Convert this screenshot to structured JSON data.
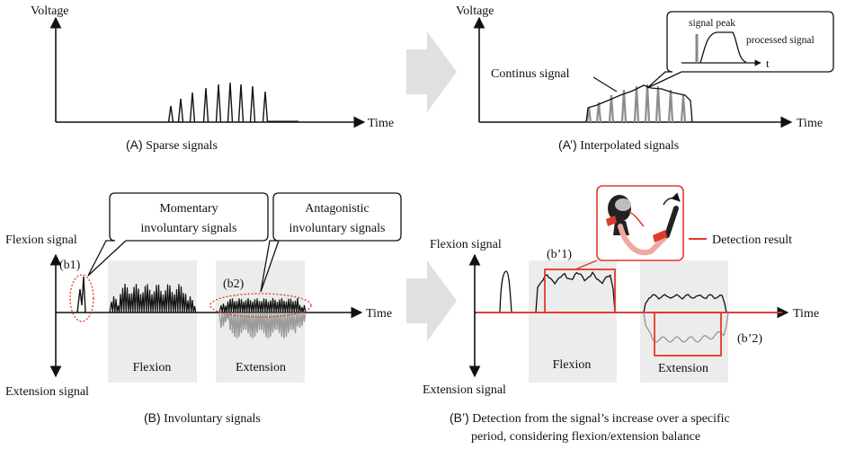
{
  "panel_a": {
    "y_label": "Voltage",
    "x_label": "Time",
    "caption_letter": "(A)",
    "caption_text": "Sparse signals"
  },
  "panel_a2": {
    "y_label": "Voltage",
    "x_label": "Time",
    "callout_text": "Continus signal",
    "inset_peak_label": "signal peak",
    "inset_processed_label": "processed signal",
    "inset_t_label": "t",
    "caption_letter": "(A’)",
    "caption_text": "Interpolated signals"
  },
  "panel_b": {
    "flexion_label": "Flexion signal",
    "extension_label": "Extension signal",
    "x_label": "Time",
    "b1_label": "(b1)",
    "b2_label": "(b2)",
    "callout_momentary_line1": "Momentary",
    "callout_momentary_line2": "involuntary signals",
    "callout_antagonistic_line1": "Antagonistic",
    "callout_antagonistic_line2": "involuntary signals",
    "region_flexion": "Flexion",
    "region_extension": "Extension",
    "caption_letter": "(B)",
    "caption_text": "Involuntary signals"
  },
  "panel_b2": {
    "flexion_label": "Flexion signal",
    "extension_label": "Extension signal",
    "x_label": "Time",
    "b1_label": "(b’1)",
    "b2_label": "(b’2)",
    "legend_label": "Detection result",
    "region_flexion": "Flexion",
    "region_extension": "Extension",
    "caption_letter": "(B’)",
    "caption_line1": "Detection from the signal’s increase over a specific",
    "caption_line2": "period, considering flexion/extension balance"
  },
  "colors": {
    "axis": "#111111",
    "detection_red": "#e03a2a",
    "region_gray": "#ececec",
    "signal_gray": "#9a9a9a",
    "arrow_gray": "#e0e0e0"
  }
}
